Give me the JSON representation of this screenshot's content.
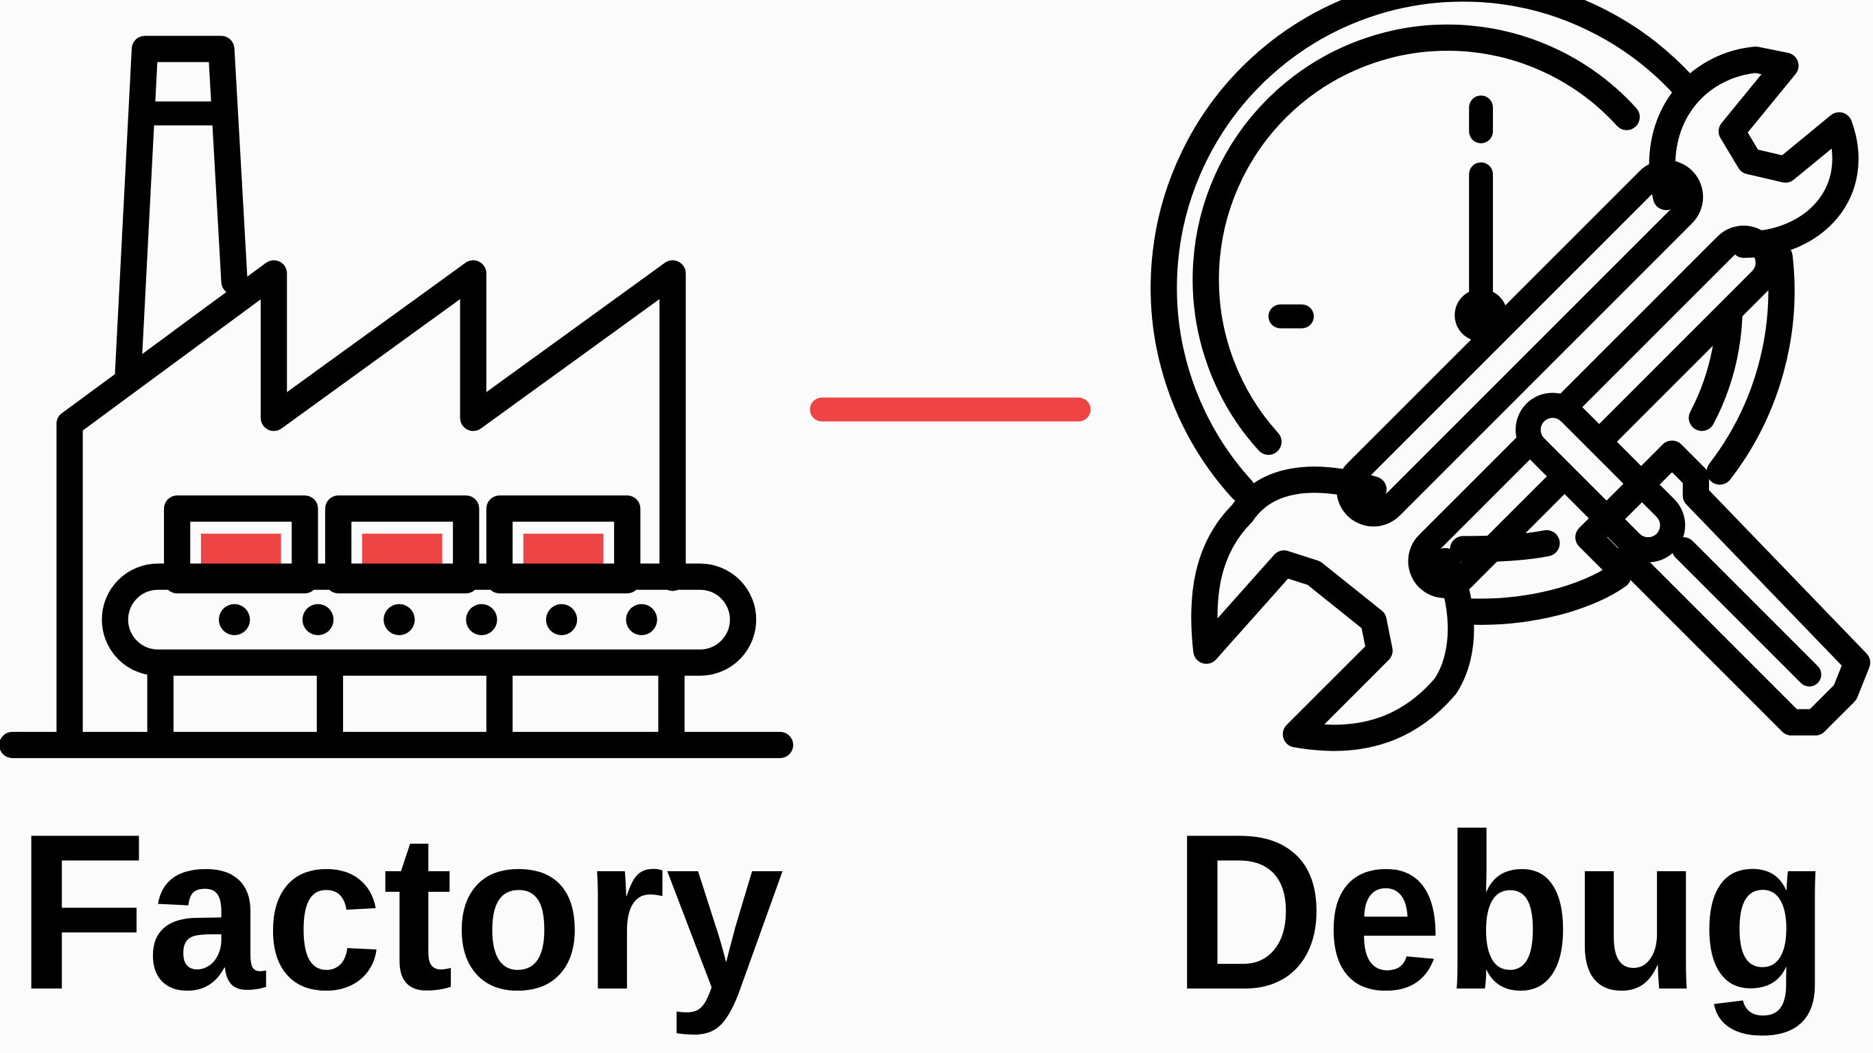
{
  "labels": {
    "left": "Factory",
    "right": "Debug"
  },
  "icons": {
    "left": "factory-icon",
    "connector": "connector-line",
    "right": "clock-wrench-screwdriver-icon"
  },
  "colors": {
    "ink": "#000000",
    "accent": "#ef4444",
    "background": "#fbfbfb"
  }
}
